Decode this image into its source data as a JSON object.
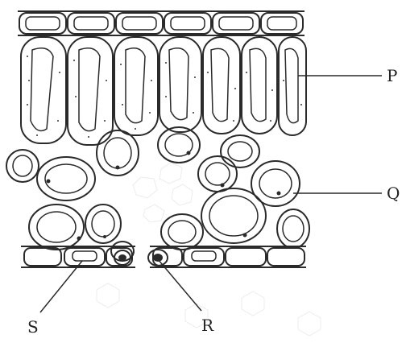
{
  "diagram": {
    "labels": {
      "p": "P",
      "q": "Q",
      "r": "R",
      "s": "S"
    },
    "colors": {
      "ink": "#2a2a2a",
      "paper": "#ffffff",
      "grain": "#e8e8e8"
    }
  }
}
